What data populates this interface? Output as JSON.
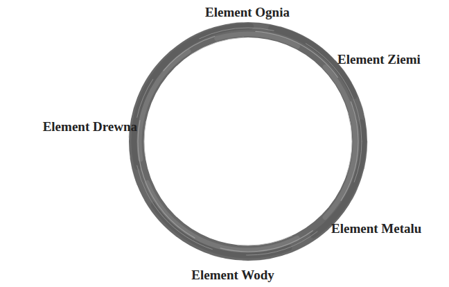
{
  "diagram": {
    "labels": [
      "Element Ognia",
      "Element Ziemi",
      "Element Drewna",
      "Element Metalu",
      "Element Wody"
    ]
  }
}
